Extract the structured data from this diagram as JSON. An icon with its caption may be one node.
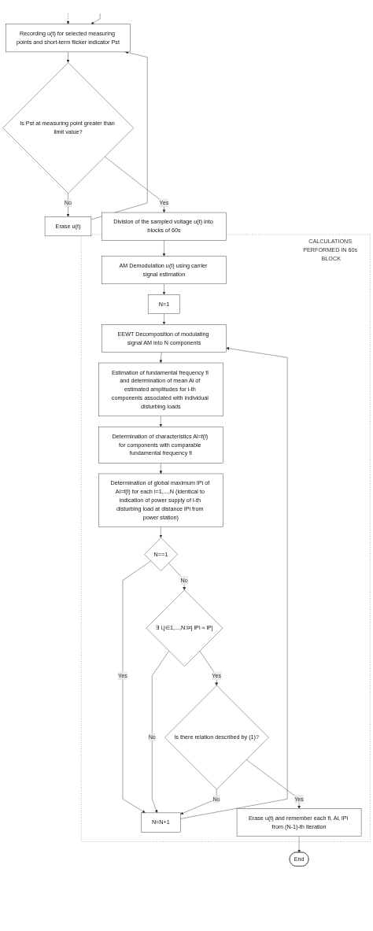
{
  "diagram": {
    "nodes": [
      {
        "text": [
          "Recording u(t) for selected measuring points and short-term flicker indicator Pst"
        ]
      },
      {
        "text": [
          "Is Pst at measuring point greater than limit value?"
        ]
      },
      {
        "text": [
          "Erase u(t)"
        ]
      },
      {
        "text": [
          "Division of the sampled voltage u(t) into blocks of 60s"
        ]
      },
      {
        "text": [
          "CALCULATIONS PERFORMED IN 60s BLOCK"
        ]
      },
      {
        "text": [
          "AM Demodulation u(t) using carrier signal estimation"
        ],
        "in": 4
      },
      {
        "text": [
          "N=1"
        ],
        "in": 4
      },
      {
        "text": [
          "EEWT Decomposition of modulating signal AM into N components"
        ],
        "in": 4
      },
      {
        "text": [
          "Estimation of fundamental frequency fi and determination of mean Ai of estimated amplitudes for i-th components associated with individual disturbing loads"
        ],
        "in": 4
      },
      {
        "text": [
          "Determination of characteristics Ai=f(l) for components with comparable fundamental frequency fi"
        ],
        "in": 4
      },
      {
        "text": [
          "Determination of global maximum lPi of Ai=f(l) for each i=1,...,N (identical to indication of power supply of i-th disturbing load at distance lPi from power station)"
        ],
        "in": 4
      },
      {
        "text": [
          "N==1"
        ],
        "in": 4
      },
      {
        "text": [
          "N=N+1"
        ],
        "in": 4
      },
      {
        "text": [
          "∃ i,j∈1,...,N:i≠j lPi ≈ lPj"
        ],
        "in": 4
      },
      {
        "text": [
          "Is there relation described by (1)?"
        ],
        "in": 4
      },
      {
        "text": [
          "Erase u(t) and remember each fi, Ai, lPi from (N-1)-th iteration"
        ],
        "in": 4
      },
      {
        "text": [
          "End"
        ]
      }
    ],
    "edges": [
      {
        "from": null,
        "to": 0,
        "arrow": "to",
        "style": "dashed"
      },
      {
        "from": null,
        "to": 0,
        "arrow": "to"
      },
      {
        "from": 0,
        "to": 1,
        "arrow": "to"
      },
      {
        "from": 1,
        "to": 2,
        "arrow": "to",
        "label": "No"
      },
      {
        "from": 2,
        "to": 0,
        "arrow": "to"
      },
      {
        "from": 1,
        "to": 3,
        "arrow": "to",
        "label": "Yes"
      },
      {
        "from": 3,
        "to": 5,
        "arrow": "to"
      },
      {
        "from": 5,
        "to": 6,
        "arrow": "to"
      },
      {
        "from": 6,
        "to": 7,
        "arrow": "to"
      },
      {
        "from": 7,
        "to": 8,
        "arrow": "to"
      },
      {
        "from": 8,
        "to": 9,
        "arrow": "to"
      },
      {
        "from": 9,
        "to": 10,
        "arrow": "to"
      },
      {
        "from": 10,
        "to": 11,
        "arrow": "to"
      },
      {
        "from": 11,
        "to": 12,
        "arrow": "to",
        "label": "Yes"
      },
      {
        "from": 12,
        "to": 7,
        "arrow": "to"
      },
      {
        "from": 11,
        "to": 13,
        "arrow": "to",
        "label": "No"
      },
      {
        "from": 13,
        "to": 12,
        "arrow": "to",
        "label": "No"
      },
      {
        "from": 13,
        "to": 14,
        "arrow": "to",
        "label": "Yes"
      },
      {
        "from": 14,
        "to": 12,
        "arrow": "to",
        "label": "No"
      },
      {
        "from": 14,
        "to": 15,
        "arrow": "to",
        "label": "Yes"
      },
      {
        "from": 15,
        "to": 16,
        "arrow": "to"
      }
    ]
  }
}
